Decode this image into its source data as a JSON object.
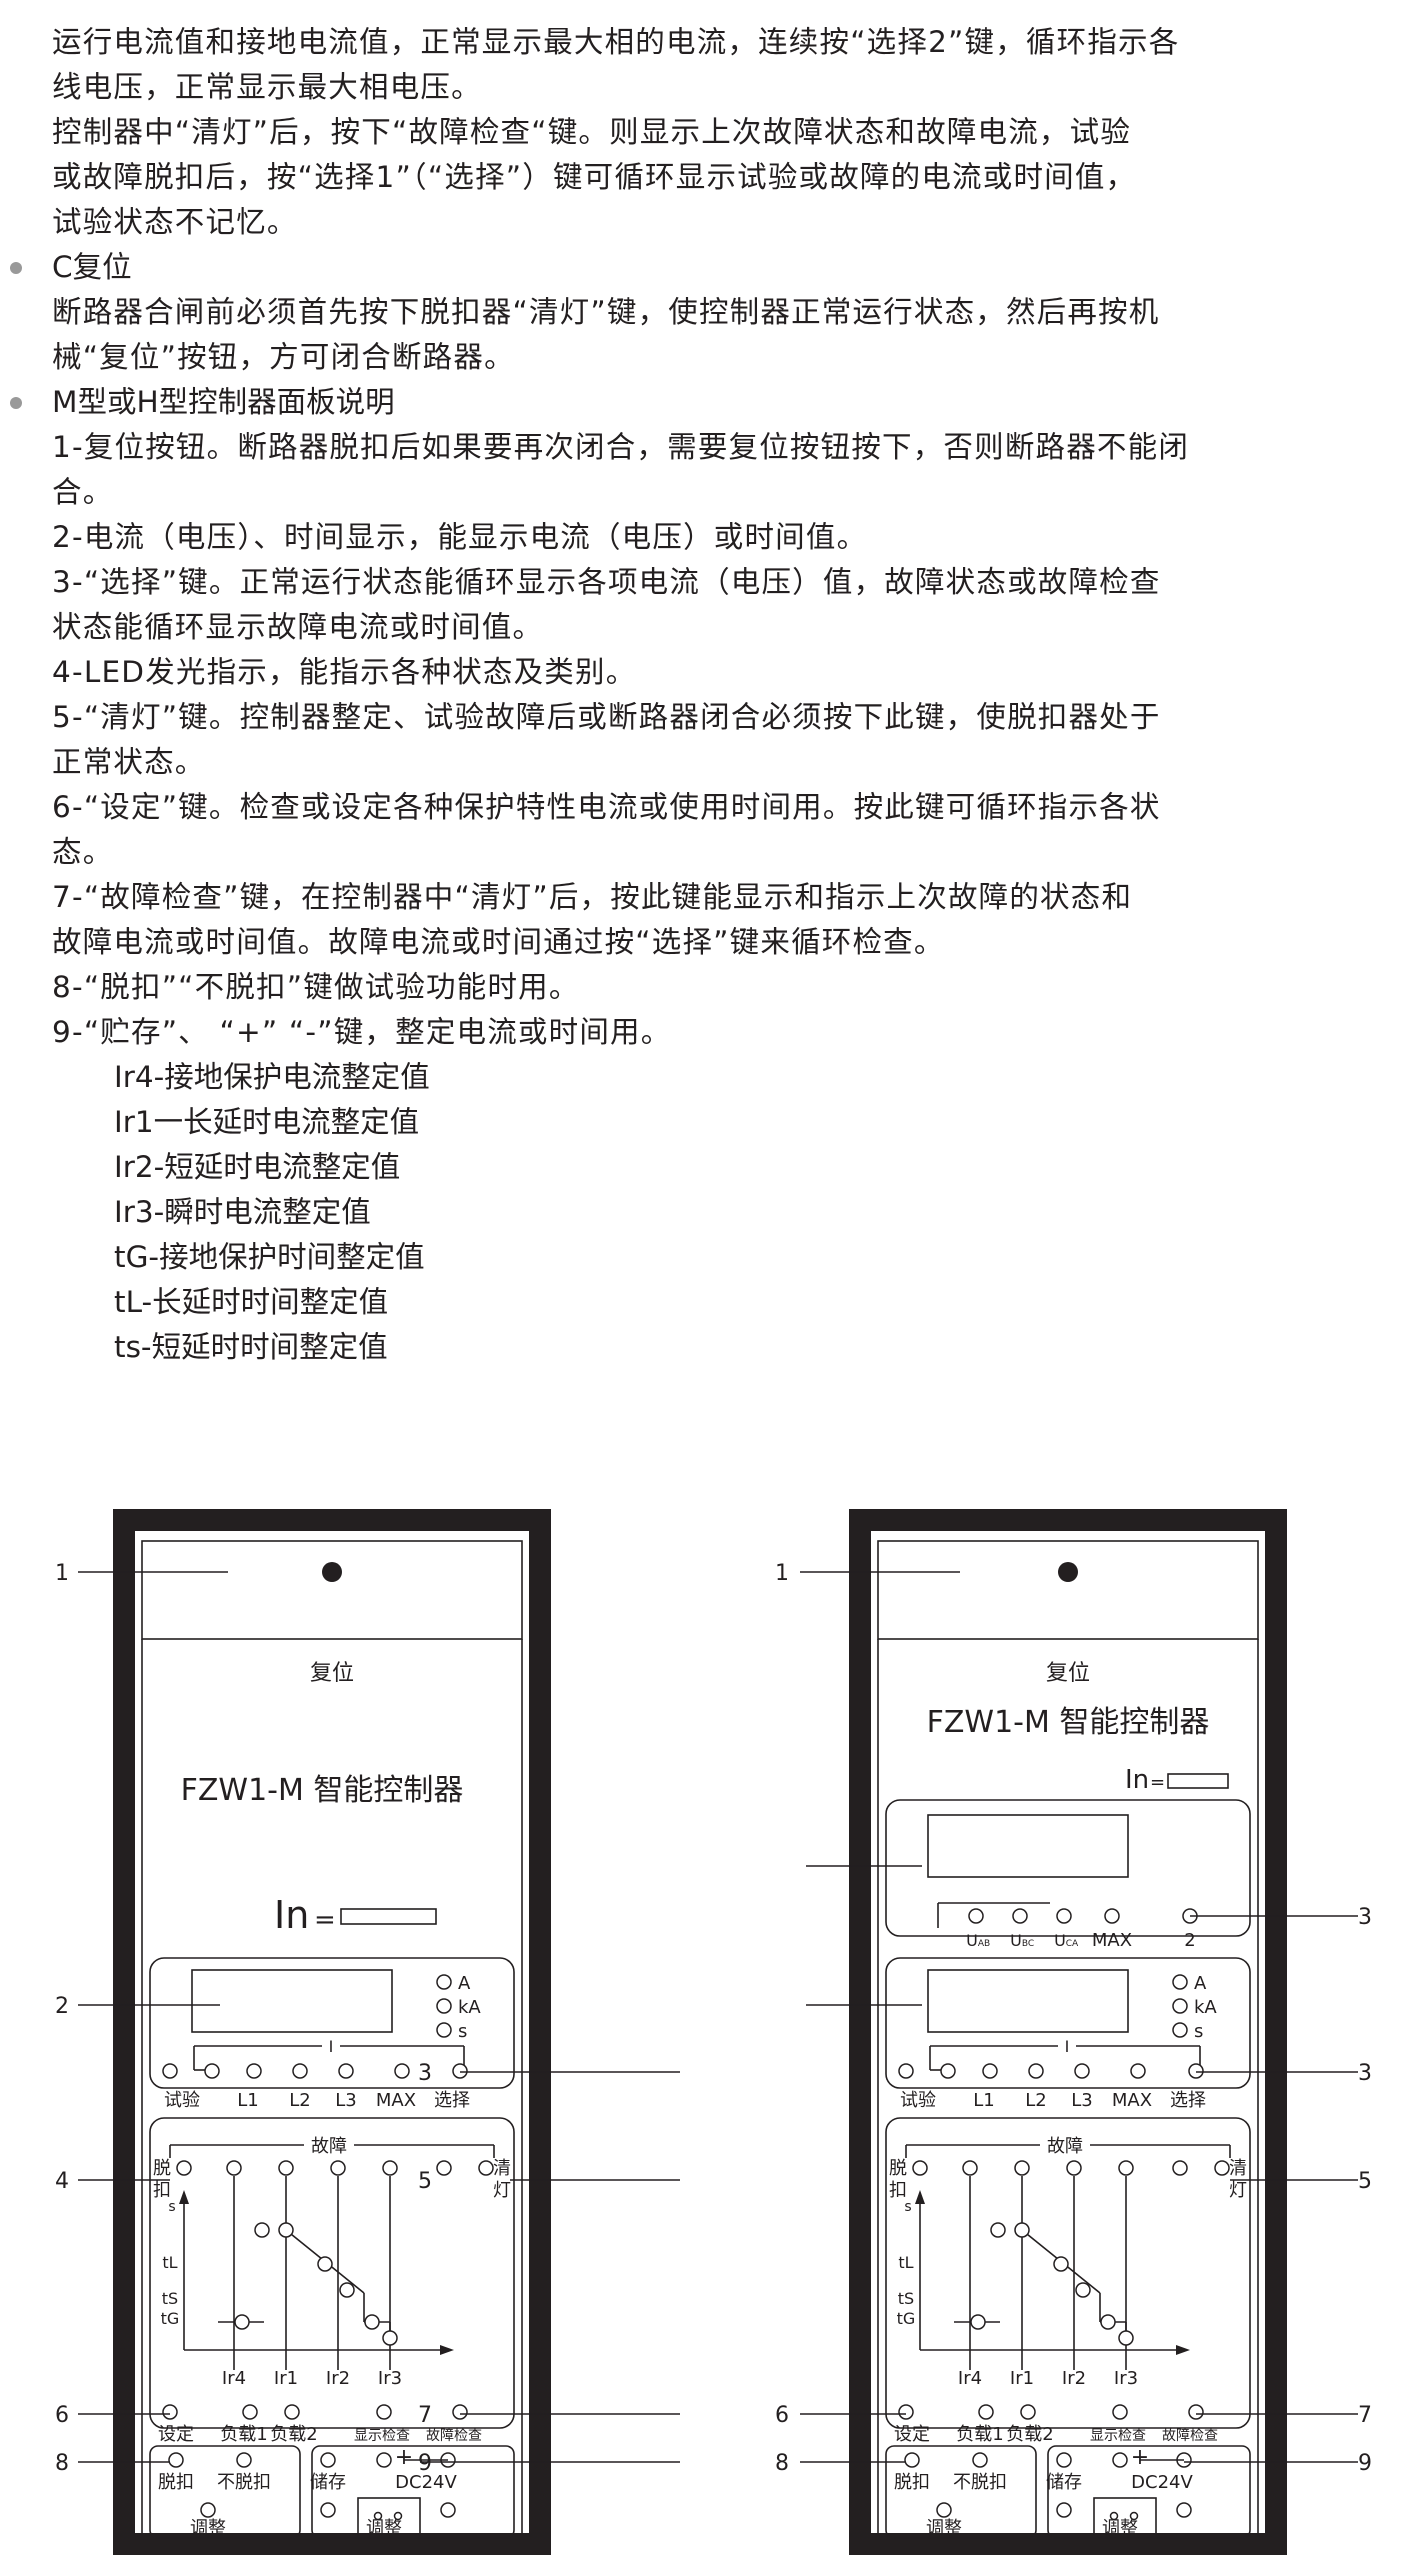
{
  "paragraphs_top": [
    "运行电流值和接地电流值，正常显示最大相的电流，连续按“选择2”键，循环指示各",
    "线电压，正常显示最大相电压。",
    "控制器中“清灯”后，按下“故障检查“键。则显示上次故障状态和故障电流，试验",
    "或故障脱扣后，按“选择1”（“选择”）键可循环显示试验或故障的电流或时间值，",
    "试验状态不记忆。"
  ],
  "section_c": {
    "title": "C复位",
    "lines": [
      "断路器合闸前必须首先按下脱扣器“清灯”键，使控制器正常运行状态，然后再按机",
      "械“复位”按钮，方可闭合断路器。"
    ]
  },
  "section_panel": {
    "title": "M型或H型控制器面板说明",
    "lines": [
      "1-复位按钮。断路器脱扣后如果要再次闭合，需要复位按钮按下，否则断路器不能闭",
      "合。",
      "2-电流（电压）、时间显示，能显示电流（电压）或时间值。",
      "3-“选择”键。正常运行状态能循环显示各项电流（电压）值，故障状态或故障检查",
      "状态能循环显示故障电流或时间值。",
      "4-LED发光指示，能指示各种状态及类别。",
      "5-“清灯”键。控制器整定、试验故障后或断路器闭合必须按下此键，使脱扣器处于",
      "正常状态。",
      "6-“设定”键。检查或设定各种保护特性电流或使用时间用。按此键可循环指示各状",
      "态。",
      "7-“故障检查”键，在控制器中“清灯”后，按此键能显示和指示上次故障的状态和",
      "故障电流或时间值。故障电流或时间通过按“选择”键来循环检查。",
      "8-“脱扣”“不脱扣”键做试验功能时用。",
      "9-“贮存”、 “+” “-”键，整定电流或时间用。"
    ],
    "sub_lines": [
      "Ir4-接地保护电流整定值",
      "Ir1一长延时电流整定值",
      "Ir2-短延时电流整定值",
      "Ir3-瞬时电流整定值",
      "tG-接地保护时间整定值",
      "tL-长延时时间整定值",
      "ts-短延时时间整定值"
    ]
  },
  "panel_left": {
    "reset": "复位",
    "model": "FZW1-M 智能控制器",
    "in_label": "In=",
    "units": [
      "A",
      "kA",
      "s"
    ],
    "bracket_i": "I",
    "row1": [
      "试验",
      "L1",
      "L2",
      "L3",
      "MAX",
      "选择"
    ],
    "fault": "故障",
    "trip": [
      "脱",
      "扣"
    ],
    "clear": [
      "清",
      "灯"
    ],
    "yaxis": [
      "s",
      "tL",
      "tS",
      "tG"
    ],
    "xaxis": [
      "Ir4",
      "Ir1",
      "Ir2",
      "Ir3"
    ],
    "row2": [
      "设定",
      "负载1",
      "负载2",
      "显示检查",
      "故障检查"
    ],
    "bottom_left": [
      "脱扣",
      "不脱扣",
      "调整"
    ],
    "bottom_right": [
      "储存",
      "+",
      "DC24V",
      "调整"
    ],
    "callouts_left": [
      "1",
      "2",
      "4",
      "6",
      "8"
    ],
    "callouts_right": [
      "3",
      "5",
      "7",
      "9"
    ]
  },
  "panel_right": {
    "reset": "复位",
    "model": "FZW1-M 智能控制器",
    "in_label": "In=",
    "volt_row": [
      "UAB",
      "UBC",
      "UCA",
      "MAX",
      "2"
    ],
    "units": [
      "A",
      "kA",
      "s"
    ],
    "bracket_i": "I",
    "row1": [
      "试验",
      "L1",
      "L2",
      "L3",
      "MAX",
      "选择"
    ],
    "fault": "故障",
    "trip": [
      "脱",
      "扣"
    ],
    "clear": [
      "清",
      "灯"
    ],
    "yaxis": [
      "s",
      "tL",
      "tS",
      "tG"
    ],
    "xaxis": [
      "Ir4",
      "Ir1",
      "Ir2",
      "Ir3"
    ],
    "row2": [
      "设定",
      "负载1",
      "负载2",
      "显示检查",
      "故障检查"
    ],
    "bottom_left": [
      "脱扣",
      "不脱扣",
      "调整"
    ],
    "bottom_right": [
      "储存",
      "+",
      "DC24V",
      "调整"
    ],
    "callouts_left": [
      "1",
      "6",
      "8"
    ],
    "callouts_right": [
      "3",
      "3",
      "5",
      "7",
      "9"
    ]
  }
}
